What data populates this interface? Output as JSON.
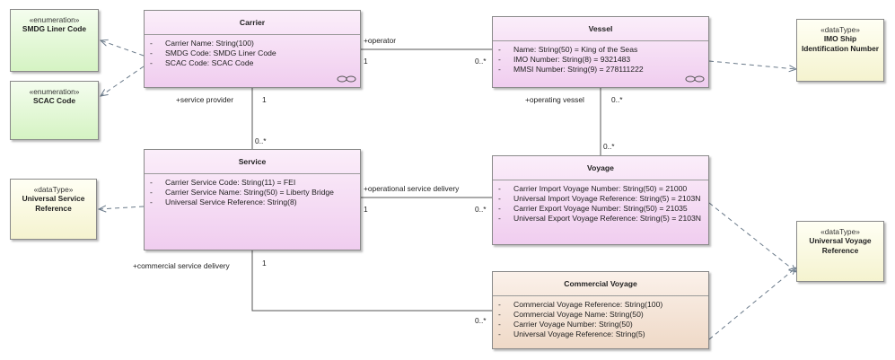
{
  "classes": {
    "carrier": {
      "name": "Carrier",
      "attributes": [
        {
          "vis": "-",
          "text": "Carrier Name: String(100)"
        },
        {
          "vis": "-",
          "text": "SMDG Code: SMDG Liner Code"
        },
        {
          "vis": "-",
          "text": "SCAC Code: SCAC Code"
        }
      ]
    },
    "vessel": {
      "name": "Vessel",
      "attributes": [
        {
          "vis": "-",
          "text": "Name: String(50) = King of the Seas"
        },
        {
          "vis": "-",
          "text": "IMO Number: String(8) = 9321483"
        },
        {
          "vis": "-",
          "text": "MMSI Number: String(9) = 278111222"
        }
      ]
    },
    "service": {
      "name": "Service",
      "attributes": [
        {
          "vis": "-",
          "text": "Carrier Service Code: String(11) = FEI"
        },
        {
          "vis": "-",
          "text": "Carrier Service Name: String(50) = Liberty Bridge"
        },
        {
          "vis": "-",
          "text": "Universal Service Reference: String(8)"
        }
      ]
    },
    "voyage": {
      "name": "Voyage",
      "attributes": [
        {
          "vis": "-",
          "text": "Carrier Import Voyage Number: String(50) = 21000"
        },
        {
          "vis": "-",
          "text": "Universal Import Voyage Reference: String(5) = 2103N"
        },
        {
          "vis": "-",
          "text": "Carrier Export Voyage Number: String(50) = 21035"
        },
        {
          "vis": "-",
          "text": "Universal Export Voyage Reference: String(5) = 2103N"
        }
      ]
    },
    "commercial_voyage": {
      "name": "Commercial Voyage",
      "attributes": [
        {
          "vis": "-",
          "text": "Commercial Voyage Reference: String(100)"
        },
        {
          "vis": "-",
          "text": "Commercial Voyage Name: String(50)"
        },
        {
          "vis": "-",
          "text": "Carrier Voyage Number: String(50)"
        },
        {
          "vis": "-",
          "text": "Universal Voyage Reference: String(5)"
        }
      ]
    }
  },
  "types": {
    "smdg": {
      "stereotype": "«enumeration»",
      "name": "SMDG Liner Code"
    },
    "scac": {
      "stereotype": "«enumeration»",
      "name": "SCAC Code"
    },
    "usr": {
      "stereotype": "«dataType»",
      "name": "Universal Service Reference"
    },
    "imo": {
      "stereotype": "«dataType»",
      "name": "IMO Ship Identification Number"
    },
    "uvr": {
      "stereotype": "«dataType»",
      "name": "Universal Voyage Reference"
    }
  },
  "associations": {
    "operator": {
      "role": "+operator",
      "source_mult": "1",
      "target_mult": "0..*"
    },
    "service_provider": {
      "role": "+service provider",
      "source_mult": "1",
      "target_mult": "0..*"
    },
    "operating_vessel": {
      "role": "+operating vessel",
      "source_mult": "0..*",
      "target_mult": "0..*"
    },
    "operational_delivery": {
      "role": "+operational service delivery",
      "source_mult": "1",
      "target_mult": "0..*"
    },
    "commercial_delivery": {
      "role": "+commercial service delivery",
      "source_mult": "1",
      "target_mult": "0..*"
    }
  },
  "colors": {
    "class_fill": "#f0cdef",
    "commercial_fill": "#efd9c7",
    "enumeration_fill": "#d5f3c3",
    "datatype_fill": "#f5f3cf",
    "line": "#555555",
    "dependency": "#6a7a8a"
  }
}
